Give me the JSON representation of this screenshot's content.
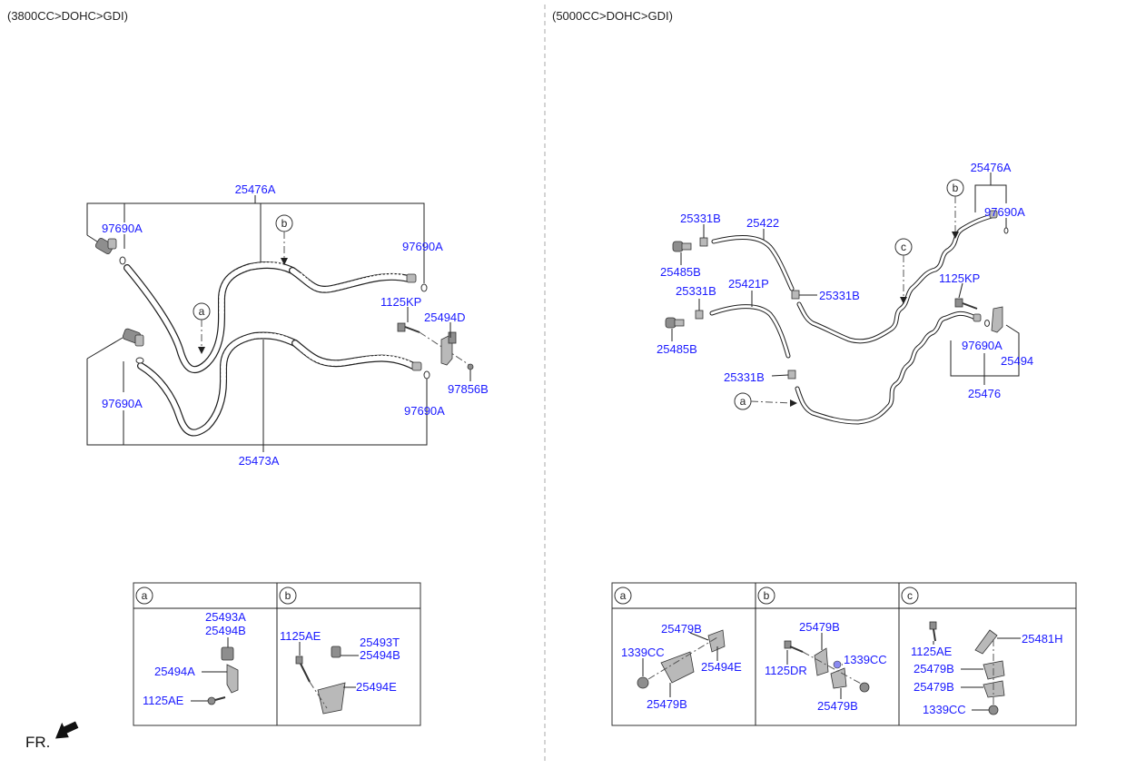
{
  "left_section": {
    "header": "(3800CC>DOHC>GDI)",
    "labels": {
      "hose_upper": "25476A",
      "hose_lower": "25473A",
      "oring_ul": "97690A",
      "oring_ur": "97690A",
      "oring_ll": "97690A",
      "oring_lr": "97690A",
      "bolt": "1125KP",
      "bracket": "25494D",
      "clip": "97856B"
    },
    "callouts": {
      "a": "a",
      "b": "b"
    }
  },
  "right_section": {
    "header": "(5000CC>DOHC>GDI)",
    "labels": {
      "hose_upper": "25476A",
      "hose_lower": "25476",
      "oring_upper": "97690A",
      "oring_lower": "97690A",
      "bolt": "1125KP",
      "bracket": "25494",
      "hose_25422": "25422",
      "hose_25421p": "25421P",
      "clamp_1": "25331B",
      "clamp_2": "25331B",
      "clamp_3": "25331B",
      "clamp_4": "25331B",
      "plug_1": "25485B",
      "plug_2": "25485B"
    },
    "callouts": {
      "a": "a",
      "b": "b",
      "c": "c"
    }
  },
  "left_details": {
    "a": {
      "letter": "a",
      "labels": {
        "l1": "25493A",
        "l2": "25494B",
        "l3": "25494A",
        "l4": "1125AE"
      }
    },
    "b": {
      "letter": "b",
      "labels": {
        "l1": "1125AE",
        "l2": "25493T",
        "l3": "25494B",
        "l4": "25494E"
      }
    }
  },
  "right_details": {
    "a": {
      "letter": "a",
      "labels": {
        "l1": "25479B",
        "l2": "1339CC",
        "l3": "25494E",
        "l4": "25479B"
      }
    },
    "b": {
      "letter": "b",
      "labels": {
        "l1": "25479B",
        "l2": "1125DR",
        "l3": "1339CC",
        "l4": "25479B"
      }
    },
    "c": {
      "letter": "c",
      "labels": {
        "l1": "1125AE",
        "l2": "25481H",
        "l3": "25479B",
        "l4": "25479B",
        "l5": "1339CC"
      }
    }
  },
  "footer": {
    "fr_label": "FR."
  }
}
